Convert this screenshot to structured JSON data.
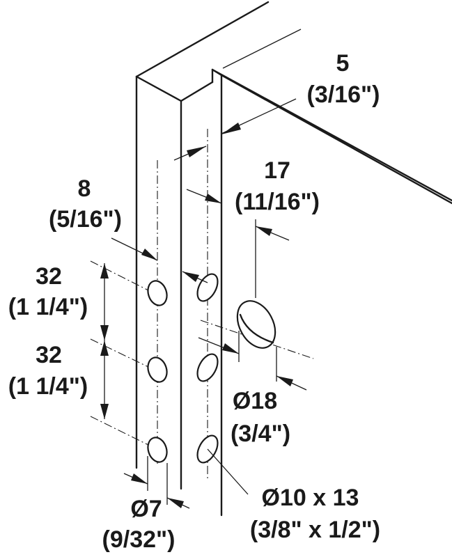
{
  "dimensions": {
    "panel_thickness": {
      "metric": "5",
      "imperial": "(3/16\")"
    },
    "hinge_setback": {
      "metric": "17",
      "imperial": "(11/16\")"
    },
    "edge_setback": {
      "metric": "8",
      "imperial": "(5/16\")"
    },
    "spacing_upper": {
      "metric": "32",
      "imperial": "(1 1/4\")"
    },
    "spacing_lower": {
      "metric": "32",
      "imperial": "(1 1/4\")"
    },
    "large_hole": {
      "metric": "Ø18",
      "imperial": "(3/4\")"
    },
    "small_hole": {
      "metric": "Ø7",
      "imperial": "(9/32\")"
    },
    "pin_hole": {
      "metric": "Ø10 x 13",
      "imperial": "(3/8\" x 1/2\")"
    }
  },
  "colors": {
    "line": "#1a1a1a",
    "background": "#ffffff"
  }
}
